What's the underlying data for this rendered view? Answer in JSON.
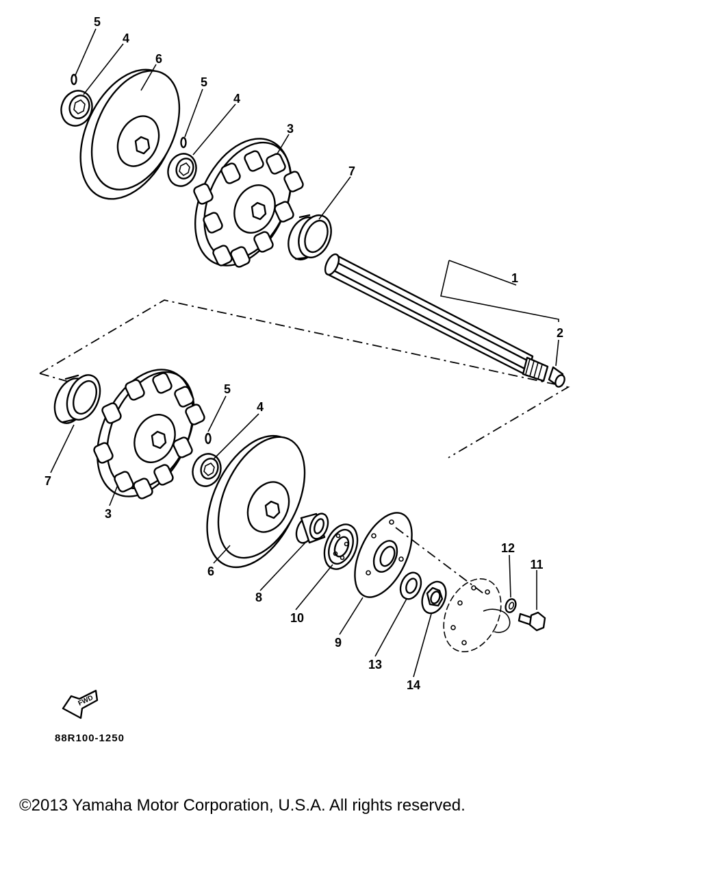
{
  "callouts": {
    "c1": "1",
    "c2": "2",
    "c3a": "3",
    "c3b": "3",
    "c4a": "4",
    "c4b": "4",
    "c4c": "4",
    "c5a": "5",
    "c5b": "5",
    "c5c": "5",
    "c6a": "6",
    "c6b": "6",
    "c7a": "7",
    "c7b": "7",
    "c8": "8",
    "c9": "9",
    "c10": "10",
    "c11": "11",
    "c12": "12",
    "c13": "13",
    "c14": "14"
  },
  "find_badge": "FWD",
  "diagram_code": "88R100-1250",
  "copyright": "©2013 Yamaha Motor Corporation, U.S.A. All rights reserved."
}
